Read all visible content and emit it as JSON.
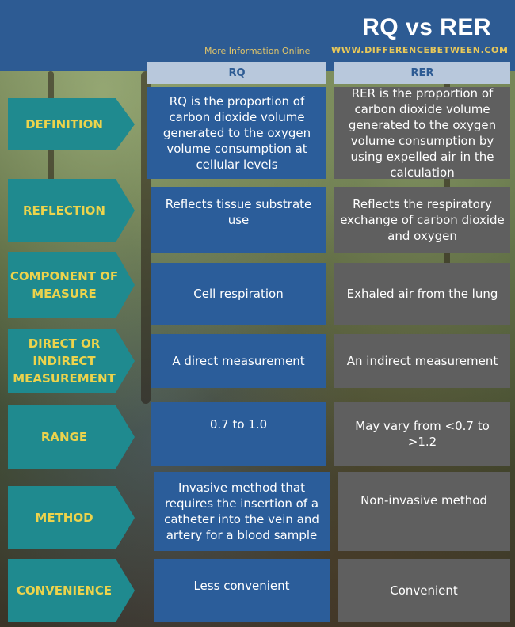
{
  "header": {
    "title": "RQ vs RER",
    "more_info": "More Information Online",
    "site": "WWW.DIFFERENCEBETWEEN.COM"
  },
  "columns": {
    "rq": "RQ",
    "rer": "RER"
  },
  "rows": [
    {
      "label": "DEFINITION",
      "rq": "RQ is the proportion of carbon dioxide volume generated to the oxygen volume consumption at cellular levels",
      "rer": "RER is the proportion of carbon dioxide volume generated to the oxygen volume consumption by using expelled air in the calculation"
    },
    {
      "label": "REFLECTION",
      "rq": "Reflects tissue substrate use",
      "rer": "Reflects the respiratory exchange of carbon dioxide and oxygen"
    },
    {
      "label": "COMPONENT OF MEASURE",
      "rq": "Cell respiration",
      "rer": "Exhaled air from the lung"
    },
    {
      "label": "DIRECT OR INDIRECT MEASUREMENT",
      "rq": "A direct measurement",
      "rer": "An indirect measurement"
    },
    {
      "label": "RANGE",
      "rq": "0.7 to 1.0",
      "rer": "May vary from <0.7 to >1.2"
    },
    {
      "label": "METHOD",
      "rq": "Invasive method that requires the insertion of a catheter into the vein and artery for a blood sample",
      "rer": "Non-invasive method"
    },
    {
      "label": "CONVENIENCE",
      "rq": "Less convenient",
      "rer": "Convenient"
    }
  ]
}
